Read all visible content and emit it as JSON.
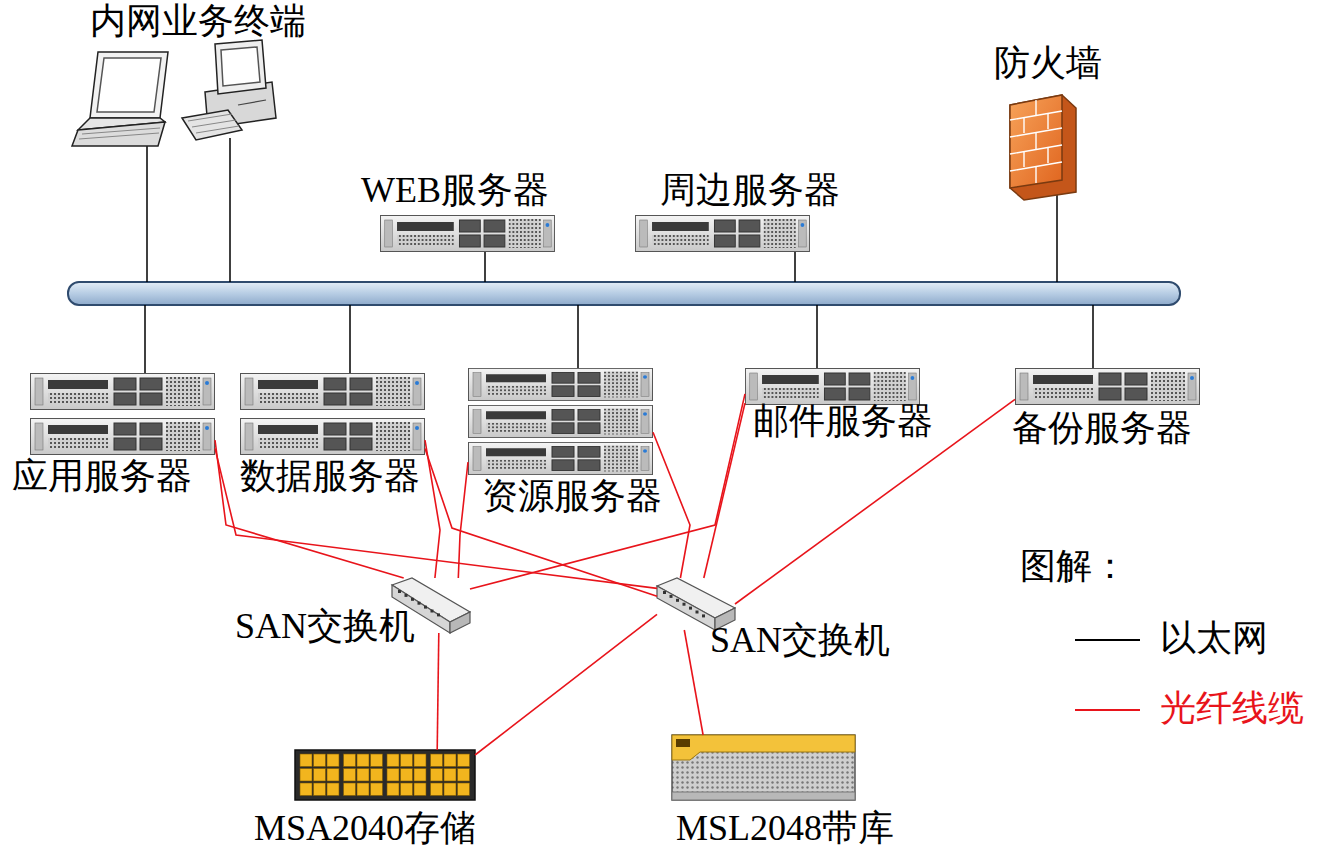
{
  "diagram": {
    "nodes": [
      {
        "text": [
          "内网业务终端"
        ]
      },
      {
        "text": [
          "WEB服务器"
        ]
      },
      {
        "text": [
          "周边服务器"
        ]
      },
      {
        "text": [
          "防火墙"
        ]
      },
      {
        "text": [
          "应用服务器"
        ]
      },
      {
        "text": [
          "数据服务器"
        ]
      },
      {
        "text": [
          "资源服务器"
        ]
      },
      {
        "text": [
          "邮件服务器"
        ]
      },
      {
        "text": [
          "备份服务器"
        ]
      },
      {
        "text": [
          "SAN交换机"
        ]
      },
      {
        "text": [
          "SAN交换机"
        ]
      },
      {
        "text": [
          "MSA2040存储"
        ]
      },
      {
        "text": [
          "MSL2048带库"
        ]
      }
    ],
    "edges": [
      {
        "from": 4,
        "to": 9,
        "arrow": "none"
      },
      {
        "from": 4,
        "to": 10,
        "arrow": "none"
      },
      {
        "from": 5,
        "to": 9,
        "arrow": "none"
      },
      {
        "from": 5,
        "to": 10,
        "arrow": "none"
      },
      {
        "from": 6,
        "to": 9,
        "arrow": "none"
      },
      {
        "from": 6,
        "to": 10,
        "arrow": "none"
      },
      {
        "from": 7,
        "to": 9,
        "arrow": "none"
      },
      {
        "from": 7,
        "to": 10,
        "arrow": "none"
      },
      {
        "from": 8,
        "to": 10,
        "arrow": "none"
      },
      {
        "from": 9,
        "to": 11,
        "arrow": "none"
      },
      {
        "from": 10,
        "to": 11,
        "arrow": "none"
      },
      {
        "from": 10,
        "to": 12,
        "arrow": "none"
      }
    ],
    "labels": [
      "图解："
    ],
    "legend": [
      {
        "text": "以太网"
      },
      {
        "text": "光纤线缆"
      }
    ]
  }
}
